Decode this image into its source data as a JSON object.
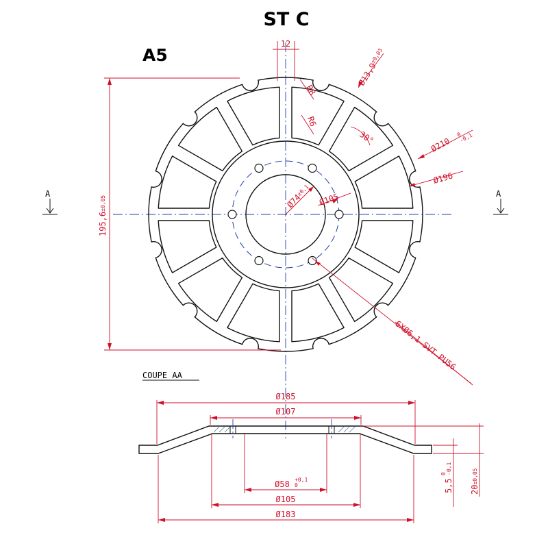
{
  "title": "ST C",
  "subtitle": "A5",
  "section_marker": "A",
  "section_label": "COUPE AA",
  "dimensions": {
    "slot_width": "12",
    "hole_dia": "Ø13,9",
    "hole_dia_tol": "±0,03",
    "r8": "R8",
    "r6": "R6",
    "angle": "30°",
    "outer_dia": "Ø210",
    "outer_dia_tol_up": "0",
    "outer_dia_tol_low": "-0,1",
    "dia_196": "Ø196",
    "height": "195,6",
    "height_tol": "±0,05",
    "bore_dia": "Ø74",
    "bore_tol": "±0,1",
    "bolt_circle": "Ø105",
    "hole_note": "6XØ6,1 SVT PU56",
    "sec_dia_185": "Ø185",
    "sec_dia_107": "Ø107",
    "sec_dia_58": "Ø58",
    "sec_dia_58_tol_up": "+0,1",
    "sec_dia_58_tol_low": "0",
    "sec_dia_105": "Ø105",
    "sec_dia_183": "Ø183",
    "thick_5_5": "5,5",
    "thick_5_5_tol_up": "0",
    "thick_5_5_tol_low": "-0,1",
    "thick_20": "20",
    "thick_20_tol": "±0,05"
  }
}
